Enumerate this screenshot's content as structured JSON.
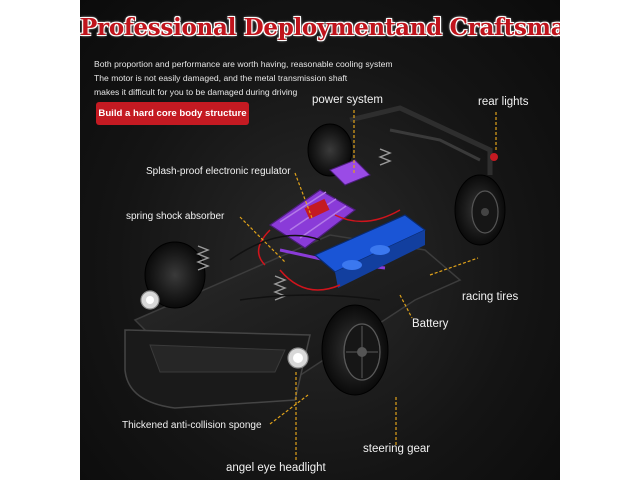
{
  "title": "Professional Deploymentand Craftsmanship",
  "intro": [
    "Both proportion and performance are worth having, reasonable cooling system",
    "The motor is not easily damaged, and the metal transmission shaft",
    "makes it difficult for you to be damaged during driving"
  ],
  "badge": "Build a hard core body structure",
  "labels": {
    "power_system": "power system",
    "rear_lights": "rear lights",
    "regulator": "Splash-proof electronic regulator",
    "shock": "spring shock absorber",
    "racing_tires": "racing tires",
    "battery": "Battery",
    "sponge": "Thickened anti-collision sponge",
    "steering": "steering gear",
    "headlight": "angel eye headlight"
  },
  "colors": {
    "title": "#c0141c",
    "badge": "#c41a22",
    "leader": "#e0a21a",
    "accent": "#8a3bd8",
    "battery": "#1a55d6"
  }
}
